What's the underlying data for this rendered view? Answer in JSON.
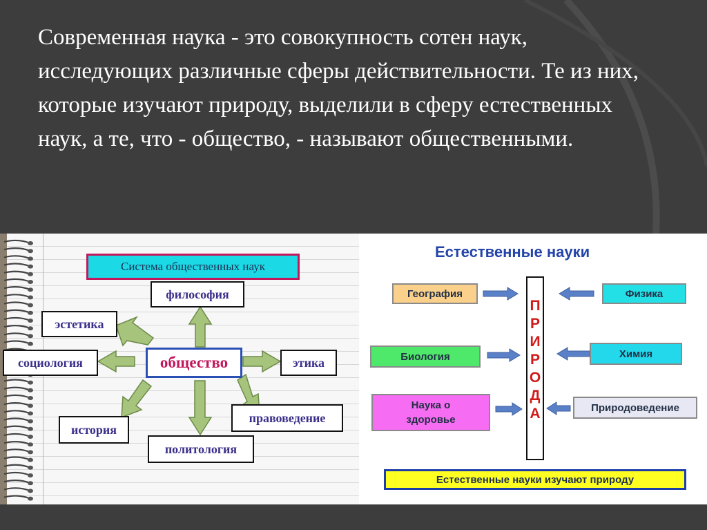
{
  "slide": {
    "text": "Современная наука - это совокупность сотен наук, исследующих различные сферы действительности. Те из них, которые изучают природу, выделили в сферу естественных наук, а те, что - общество, - называют общественными."
  },
  "social_diagram": {
    "title": "Система общественных наук",
    "center": "общество",
    "branches": [
      "философия",
      "эстетика",
      "социология",
      "этика",
      "история",
      "политология",
      "правоведение"
    ]
  },
  "natural_diagram": {
    "title": "Естественные науки",
    "axis_word": "ПРИРОДА",
    "left_sciences": [
      "География",
      "Биология",
      "Наука о здоровье"
    ],
    "right_sciences": [
      "Физика",
      "Химия",
      "Природоведение"
    ],
    "summary": "Естественные науки изучают природу"
  },
  "colors": {
    "background": "#3d3d3d",
    "title_box": "#1cd9e6",
    "geography": "#fbd08a",
    "biology": "#4ee86a",
    "health": "#f66cf2",
    "physics": "#22e0e6",
    "chemistry": "#22d8ea",
    "nature_study": "#e8e8f4",
    "summary": "#ffff22",
    "arrow_green": "#a6c47c",
    "arrow_blue": "#5a80c8",
    "priroda_text": "#d11a1a"
  }
}
